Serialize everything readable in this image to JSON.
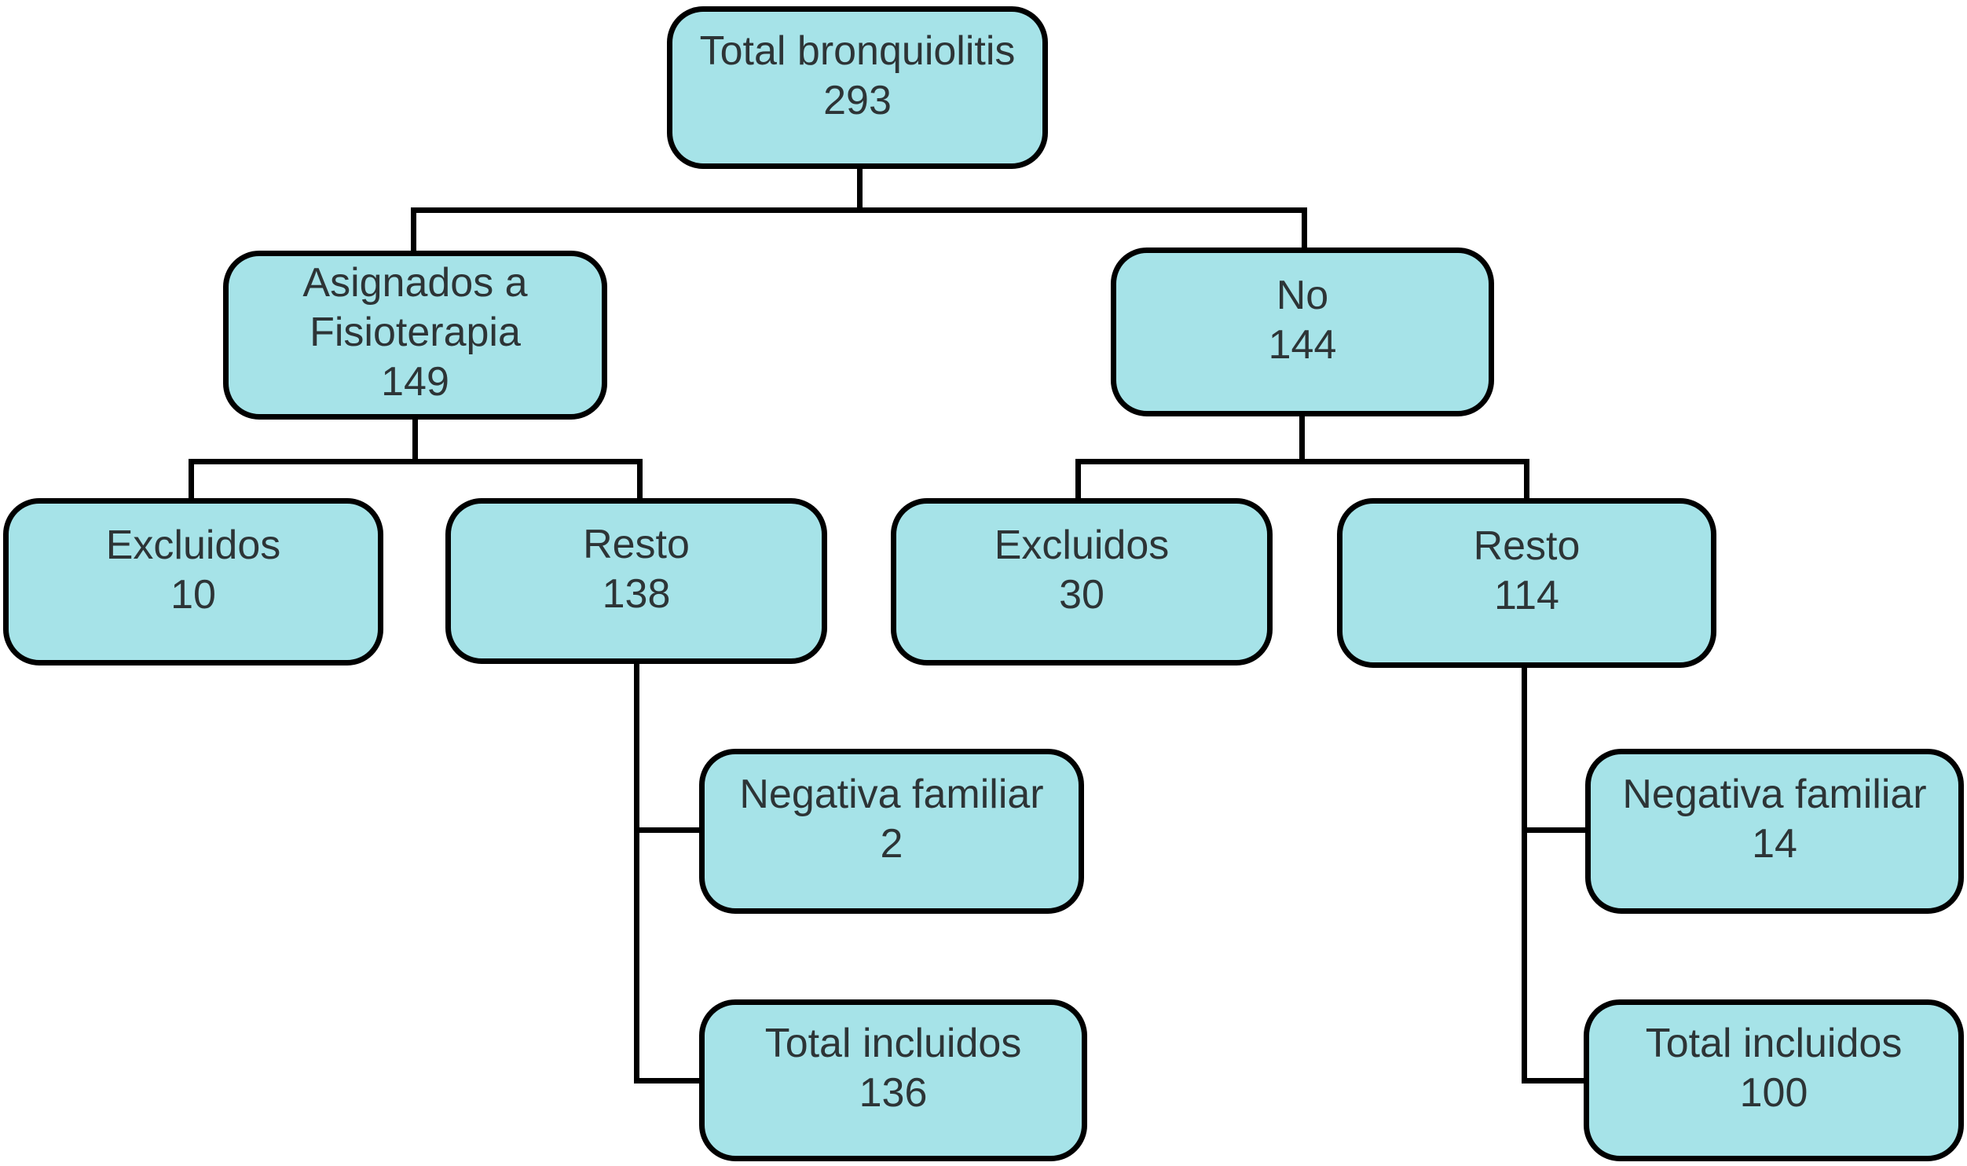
{
  "diagram": {
    "type": "flowchart",
    "background_color": "#ffffff",
    "node_fill_color": "#a6e3e8",
    "node_border_color": "#000000",
    "connector_color": "#000000",
    "text_color": "#2d3436",
    "nodes": {
      "total": {
        "label": "Total bronquiolitis",
        "value": "293"
      },
      "fisioterapia": {
        "label": "Asignados a Fisioterapia",
        "value": "149"
      },
      "no": {
        "label": "No",
        "value": "144"
      },
      "excluidos_fisio": {
        "label": "Excluidos",
        "value": "10"
      },
      "resto_fisio": {
        "label": "Resto",
        "value": "138"
      },
      "excluidos_no": {
        "label": "Excluidos",
        "value": "30"
      },
      "resto_no": {
        "label": "Resto",
        "value": "114"
      },
      "negativa_fisio": {
        "label": "Negativa familiar",
        "value": "2"
      },
      "incluidos_fisio": {
        "label": "Total incluidos",
        "value": "136"
      },
      "negativa_no": {
        "label": "Negativa familiar",
        "value": "14"
      },
      "incluidos_no": {
        "label": "Total incluidos",
        "value": "100"
      }
    },
    "edges": [
      "total->fisioterapia",
      "total->no",
      "fisioterapia->excluidos_fisio",
      "fisioterapia->resto_fisio",
      "no->excluidos_no",
      "no->resto_no",
      "resto_fisio->negativa_fisio",
      "resto_fisio->incluidos_fisio",
      "resto_no->negativa_no",
      "resto_no->incluidos_no"
    ]
  }
}
